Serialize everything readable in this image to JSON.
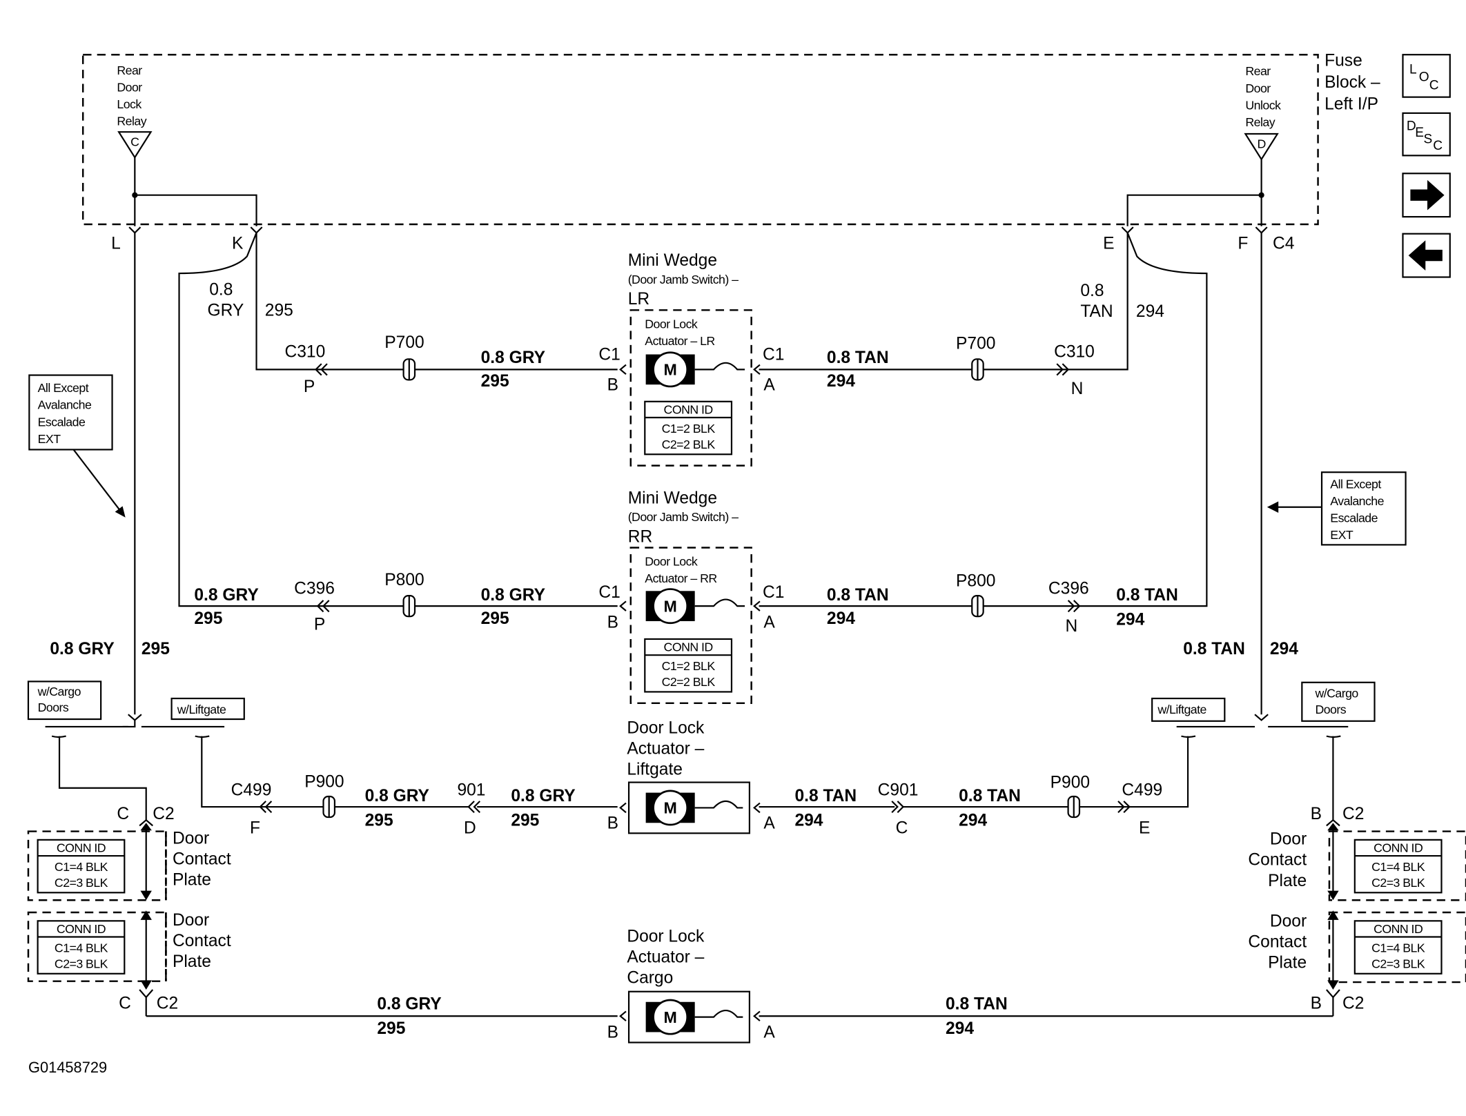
{
  "fuse_block": {
    "title_lines": [
      "Fuse",
      "Block –",
      "Left I/P"
    ],
    "rear_lock_relay_lines": [
      "Rear",
      "Door",
      "Lock",
      "Relay"
    ],
    "rear_lock_relay_pin": "C",
    "rear_unlock_relay_lines": [
      "Rear",
      "Door",
      "Unlock",
      "Relay"
    ],
    "rear_unlock_relay_pin": "D",
    "pins": {
      "L": "L",
      "K": "K",
      "E": "E",
      "F": "F",
      "C4": "C4"
    }
  },
  "nav_buttons": {
    "loc": [
      "L",
      "O",
      "C"
    ],
    "desc": [
      "D",
      "E",
      "S",
      "C"
    ],
    "next": "➡",
    "prev": "⬅"
  },
  "left_feed": {
    "gauge_color_lines": [
      "0.8",
      "GRY"
    ],
    "circuit": "295"
  },
  "right_feed": {
    "gauge_color_lines": [
      "0.8",
      "TAN"
    ],
    "circuit": "294"
  },
  "notes": {
    "left_lines": [
      "All Except",
      "Avalanche",
      "Escalade",
      "EXT"
    ],
    "right_lines": [
      "All Except",
      "Avalanche",
      "Escalade",
      "EXT"
    ]
  },
  "mini_wedge_lr": {
    "title": "Mini Wedge",
    "subtitle": "(Door Jamb Switch) –",
    "position": "LR",
    "actuator_lines": [
      "Door Lock",
      "Actuator – LR"
    ],
    "conn_id": {
      "header": "CONN ID",
      "rows": [
        "C1=2 BLK",
        "C2=2 BLK"
      ]
    }
  },
  "mini_wedge_rr": {
    "title": "Mini Wedge",
    "subtitle": "(Door Jamb Switch) –",
    "position": "RR",
    "actuator_lines": [
      "Door Lock",
      "Actuator – RR"
    ],
    "conn_id": {
      "header": "CONN ID",
      "rows": [
        "C1=2 BLK",
        "C2=2 BLK"
      ]
    }
  },
  "lr_row": {
    "left_connector": "C310",
    "left_pin": "P",
    "left_splice": "P700",
    "left_wire": "0.8 GRY",
    "left_circuit": "295",
    "c1_left": "C1",
    "pin_b": "B",
    "c1_right": "C1",
    "pin_a": "A",
    "right_wire": "0.8 TAN",
    "right_circuit": "294",
    "right_splice": "P700",
    "right_connector": "C310",
    "right_pin": "N"
  },
  "rr_row": {
    "far_left_wire": "0.8 GRY",
    "far_left_circuit": "295",
    "left_connector": "C396",
    "left_pin": "P",
    "left_splice": "P800",
    "left_wire": "0.8 GRY",
    "left_circuit": "295",
    "c1_left": "C1",
    "pin_b": "B",
    "c1_right": "C1",
    "pin_a": "A",
    "right_wire": "0.8 TAN",
    "right_circuit": "294",
    "right_splice": "P800",
    "right_connector": "C396",
    "right_pin": "N",
    "far_right_wire": "0.8 TAN",
    "far_right_circuit": "294"
  },
  "trunk": {
    "left_wire": "0.8 GRY",
    "left_circuit": "295",
    "right_wire": "0.8 TAN",
    "right_circuit": "294"
  },
  "options": {
    "cargo_doors_lines": [
      "w/Cargo",
      "Doors"
    ],
    "liftgate": "w/Liftgate"
  },
  "liftgate_row": {
    "title_lines": [
      "Door Lock",
      "Actuator –",
      "Liftgate"
    ],
    "left_connector": "C499",
    "left_pin": "F",
    "left_splice": "P900",
    "wire_1": "0.8 GRY",
    "circuit_1": "295",
    "mid_connector": "901",
    "mid_pin": "D",
    "wire_2": "0.8 GRY",
    "circuit_2": "295",
    "pin_b": "B",
    "pin_a": "A",
    "wire_3": "0.8 TAN",
    "circuit_3": "294",
    "right_mid_connector": "C901",
    "right_mid_pin": "C",
    "wire_4": "0.8 TAN",
    "circuit_4": "294",
    "right_splice": "P900",
    "right_connector": "C499",
    "right_pin": "E"
  },
  "door_contact": {
    "label_lines": [
      "Door",
      "Contact",
      "Plate"
    ],
    "left_pin_c": "C",
    "left_c2": "C2",
    "right_pin_b": "B",
    "right_c2": "C2",
    "conn_id": {
      "header": "CONN ID",
      "rows": [
        "C1=4 BLK",
        "C2=3 BLK"
      ]
    }
  },
  "cargo_row": {
    "title_lines": [
      "Door Lock",
      "Actuator –",
      "Cargo"
    ],
    "left_pin": "C",
    "left_c2": "C2",
    "left_wire": "0.8 GRY",
    "left_circuit": "295",
    "pin_b": "B",
    "pin_a": "A",
    "right_wire": "0.8 TAN",
    "right_circuit": "294",
    "right_pin": "B",
    "right_c2": "C2"
  },
  "footer": {
    "figure_id": "G01458729"
  }
}
